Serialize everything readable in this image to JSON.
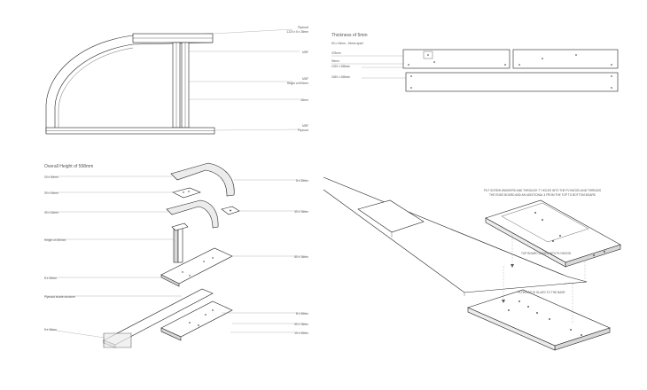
{
  "side_view": {
    "labels": {
      "plywood_top": "Plywood",
      "plywood_size": "1220 x 5 x 28mm",
      "mdf_1": "MDF",
      "mdf_2": "MDF",
      "mdf_height": "Height of 600mm",
      "dim_55": "55mm",
      "mdf_3": "MDF",
      "plywood_bottom": "Plywood"
    }
  },
  "boards_view": {
    "title": "Thickness of 5mm",
    "labels": {
      "apart": "50 x 15mm - 16mm apart",
      "dim_475": "475mm",
      "dim_94": "94mm",
      "dim_1220": "1220 x 288mm",
      "dim_2450": "2450 x 288mm"
    }
  },
  "exploded_view": {
    "title": "Overall Height of 598mm",
    "left_labels": {
      "l1": "10 x 40mm",
      "l2": "20 x 16mm",
      "l3": "30 x 16mm",
      "l4": "Height of 450mm",
      "l5": "8 x 40mm",
      "l6": "Plywood shade structure",
      "l7": "6 x 15mm"
    },
    "right_labels": {
      "r1": "8 x 30mm",
      "r2": "40 x 16mm",
      "r3": "80 x 16mm",
      "r4": "8 x 40mm",
      "r5": "50 x 16mm",
      "r6": "10 x 40mm"
    }
  },
  "assembly_view": {
    "labels": {
      "n1a": "PUT SCREW WASHERS AND THROUGH 'T' HOLES INTO THE PLYWOOD AND THREADS",
      "n1b": "THE ENDS BOARD AND AN ADDITIONAL 4 FROM THE TOP TO BOTTOM BOARD",
      "n2": "TOP BOARD SLIDES INTO PLYWOOD",
      "n3": "PLYWOOD IS GLUED TO THE BASE"
    }
  }
}
